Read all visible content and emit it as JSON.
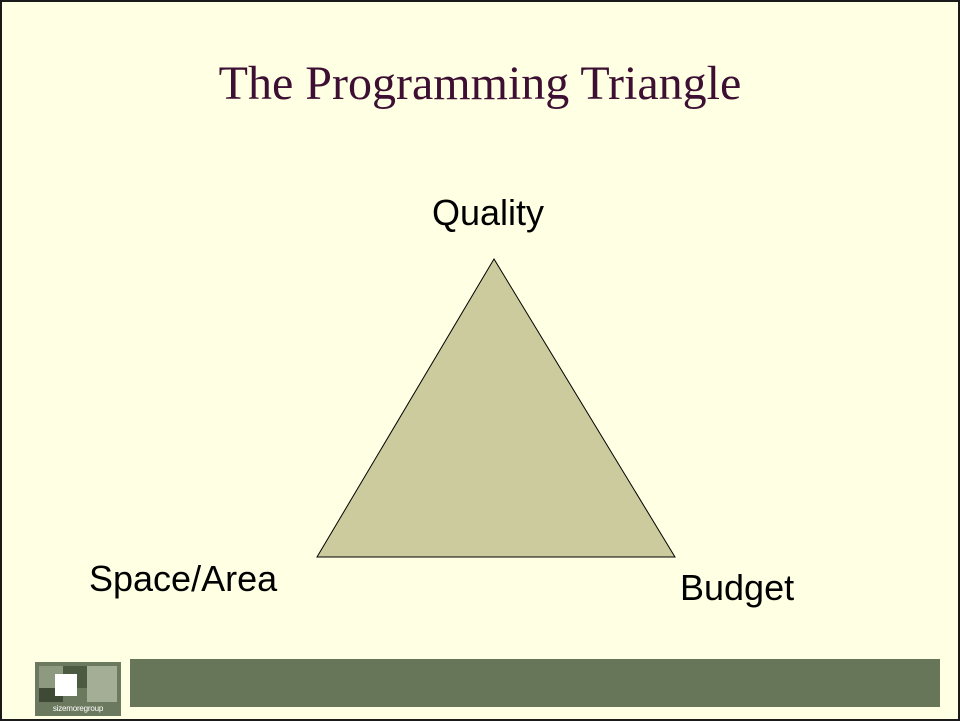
{
  "slide": {
    "title": "The Programming Triangle"
  },
  "triangle": {
    "vertices": {
      "top": "Quality",
      "left": "Space/Area",
      "right": "Budget"
    },
    "fill_color": "#cbcb9d",
    "stroke_color": "#000000"
  },
  "footer": {
    "bar_color": "#677558",
    "logo": {
      "text": "sizemoregroup"
    }
  },
  "colors": {
    "background": "#ffffe3",
    "title": "#3d0f33"
  }
}
